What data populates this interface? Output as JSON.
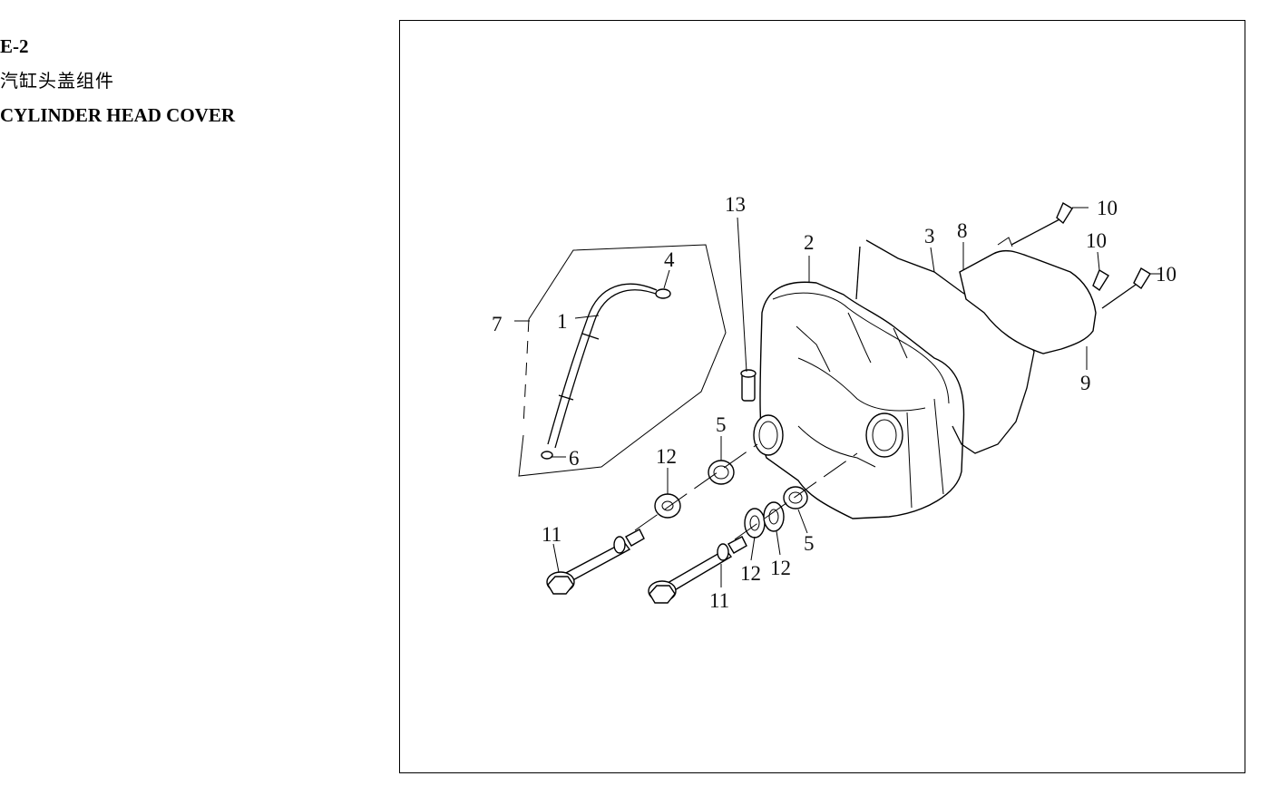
{
  "header": {
    "code": "E-2",
    "title_cn": "汽缸头盖组件",
    "title_en": "CYLINDER HEAD COVER"
  },
  "callouts": {
    "c1": "1",
    "c2": "2",
    "c3": "3",
    "c4": "4",
    "c5a": "5",
    "c5b": "5",
    "c6": "6",
    "c7": "7",
    "c8": "8",
    "c9": "9",
    "c10a": "10",
    "c10b": "10",
    "c10c": "10",
    "c11a": "11",
    "c11b": "11",
    "c12a": "12",
    "c12b": "12",
    "c12c": "12",
    "c13": "13"
  }
}
